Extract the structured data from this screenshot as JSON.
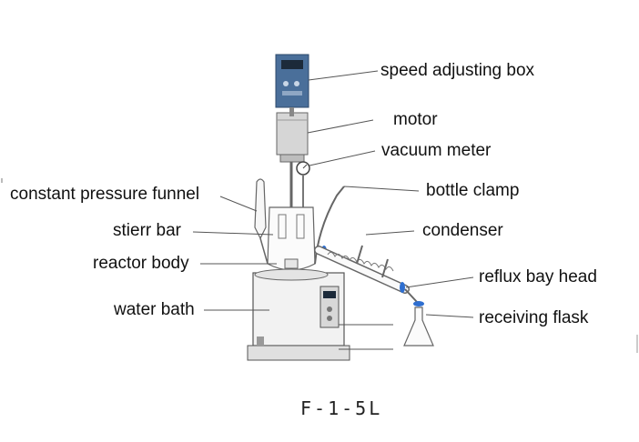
{
  "diagram": {
    "model_code": "F-1-5L",
    "labels": {
      "speed_adjusting_box": "speed adjusting box",
      "motor": "motor",
      "vacuum_meter": "vacuum meter",
      "constant_pressure_funnel": "constant pressure funnel",
      "bottle_clamp": "bottle clamp",
      "stirr_bar": "stierr bar",
      "condenser": "condenser",
      "reactor_body": "reactor body",
      "reflux_bay_head": "reflux bay head",
      "water_bath": "water bath",
      "receiving_flask": "receiving flask"
    },
    "colors": {
      "control_box": "#4a6f9a",
      "display": "#1c2a3a",
      "line": "#555555",
      "glass_accent": "#2f6fd0",
      "body_fill": "#f2f2f2"
    }
  }
}
